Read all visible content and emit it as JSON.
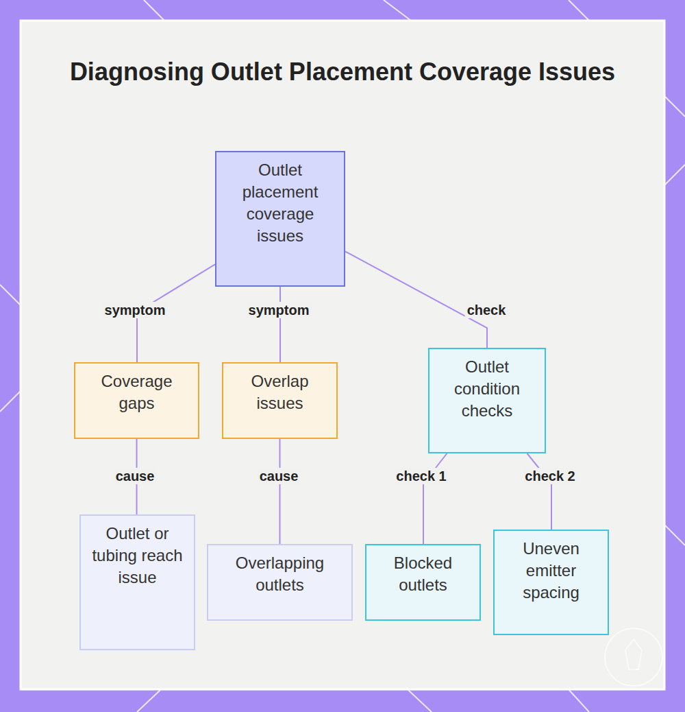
{
  "diagram": {
    "title": "Diagnosing Outlet Placement Coverage Issues",
    "nodes": [
      {
        "text": [
          "Outlet placement coverage issues"
        ]
      },
      {
        "text": [
          "Coverage gaps"
        ]
      },
      {
        "text": [
          "Overlap issues"
        ]
      },
      {
        "text": [
          "Outlet condition checks"
        ]
      },
      {
        "text": [
          "Outlet or tubing reach issue"
        ]
      },
      {
        "text": [
          "Overlapping outlets"
        ]
      },
      {
        "text": [
          "Blocked outlets"
        ]
      },
      {
        "text": [
          "Uneven emitter spacing"
        ]
      }
    ],
    "edges": [
      {
        "from": 0,
        "to": 1,
        "arrow": "none",
        "label": "symptom"
      },
      {
        "from": 0,
        "to": 2,
        "arrow": "none",
        "label": "symptom"
      },
      {
        "from": 0,
        "to": 3,
        "arrow": "none",
        "label": "check"
      },
      {
        "from": 1,
        "to": 4,
        "arrow": "none",
        "label": "cause"
      },
      {
        "from": 2,
        "to": 5,
        "arrow": "none",
        "label": "cause"
      },
      {
        "from": 3,
        "to": 6,
        "arrow": "none",
        "label": "check 1"
      },
      {
        "from": 3,
        "to": 7,
        "arrow": "none",
        "label": "check 2"
      }
    ]
  }
}
